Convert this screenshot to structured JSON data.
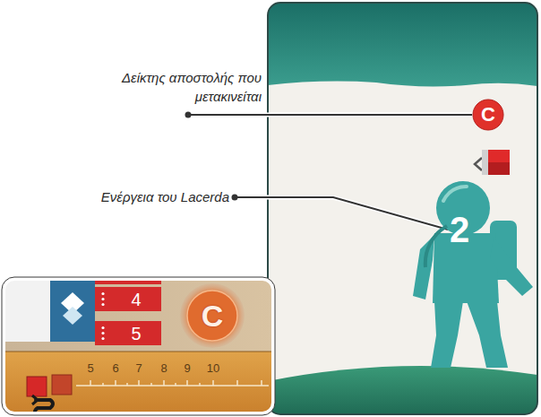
{
  "diagram": {
    "nodes": [
      {
        "text": [
          "C"
        ]
      },
      {
        "text": [
          "2"
        ]
      },
      {
        "text": [
          "4"
        ]
      },
      {
        "text": [
          "5"
        ]
      },
      {
        "text": [
          "C"
        ]
      }
    ],
    "labels": [
      "Δείκτης αποστολής που μετακινείται",
      "Ενέργεια του Lacerda",
      "5",
      "6",
      "7",
      "8",
      "9",
      "10"
    ]
  }
}
